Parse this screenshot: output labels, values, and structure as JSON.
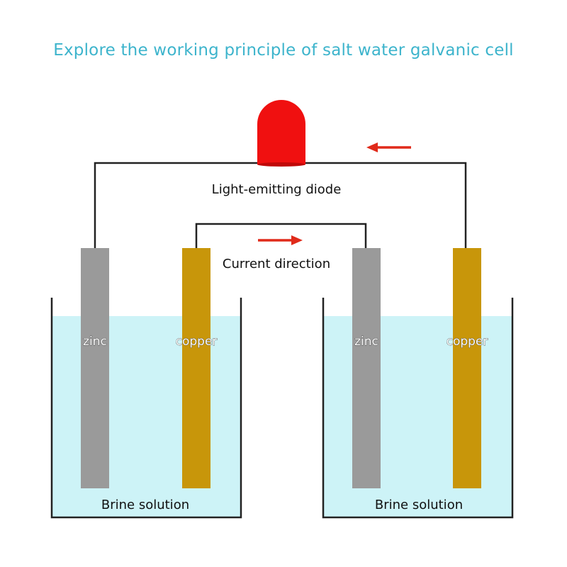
{
  "title": "Explore the working principle of salt water galvanic cell",
  "labels": {
    "led": "Light-emitting diode",
    "current_direction": "Current direction",
    "left_solution": "Brine solution",
    "right_solution": "Brine solution",
    "left_zinc": "zinc",
    "left_copper": "copper",
    "right_zinc": "zinc",
    "right_copper": "copper"
  },
  "colors": {
    "title": "#3db4cc",
    "solution": "#cdf3f7",
    "zinc": "#9a9a9a",
    "copper": "#c8960a",
    "led": "#f01010",
    "arrow": "#e02a1a",
    "wire": "#222222"
  }
}
